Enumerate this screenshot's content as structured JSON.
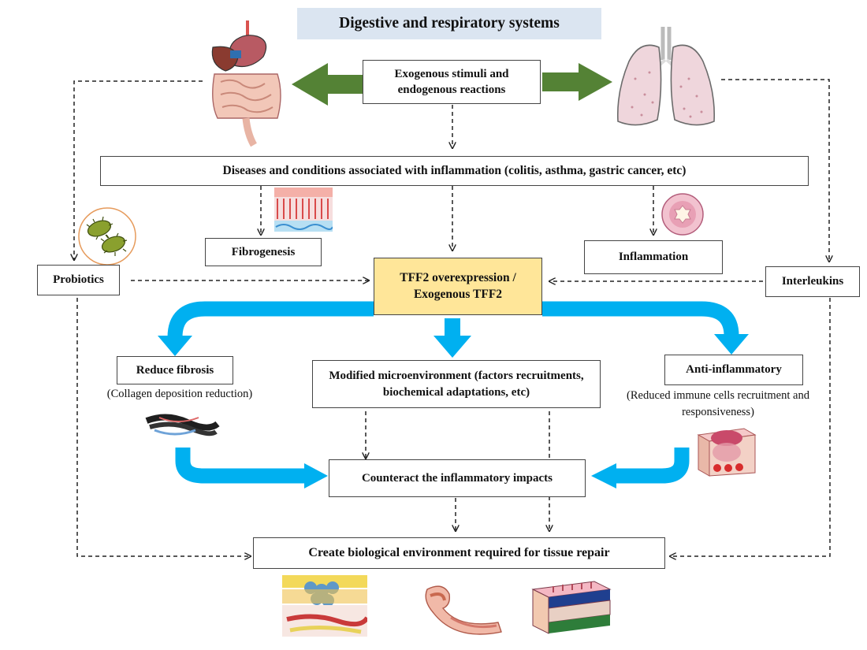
{
  "title": "Digestive and respiratory systems",
  "nodes": {
    "stimuli": "Exogenous stimuli and endogenous reactions",
    "diseases": "Diseases and conditions associated with inflammation  (colitis, asthma, gastric cancer, etc)",
    "fibrogenesis": "Fibrogenesis",
    "inflammation": "Inflammation",
    "probiotics": "Probiotics",
    "interleukins": "Interleukins",
    "tff2": "TFF2 overexpression / Exogenous TFF2",
    "reduce_fibrosis": "Reduce fibrosis",
    "reduce_fibrosis_note": "(Collagen deposition reduction)",
    "microenvironment": "Modified microenvironment (factors recruitments, biochemical adaptations, etc)",
    "anti_inflammatory": "Anti-inflammatory",
    "anti_inflammatory_note": "(Reduced immune cells recruitment and  responsiveness)",
    "counteract": "Counteract the inflammatory impacts",
    "repair": "Create biological environment required for tissue repair"
  },
  "colors": {
    "title_bg": "#dbe5f1",
    "tff2_bg": "#ffe699",
    "green_arrow": "#548235",
    "blue_arrow": "#00b0f0",
    "dashed_line": "#222222"
  },
  "icons": [
    "digestive-system-icon",
    "lungs-icon",
    "tissue-section-icon",
    "probiotic-bacteria-icon",
    "airway-cross-section-icon",
    "collagen-fibers-icon",
    "inflamed-skin-icon",
    "epithelial-repair-icon",
    "stomach-intestine-icon",
    "layered-tissue-icon"
  ]
}
